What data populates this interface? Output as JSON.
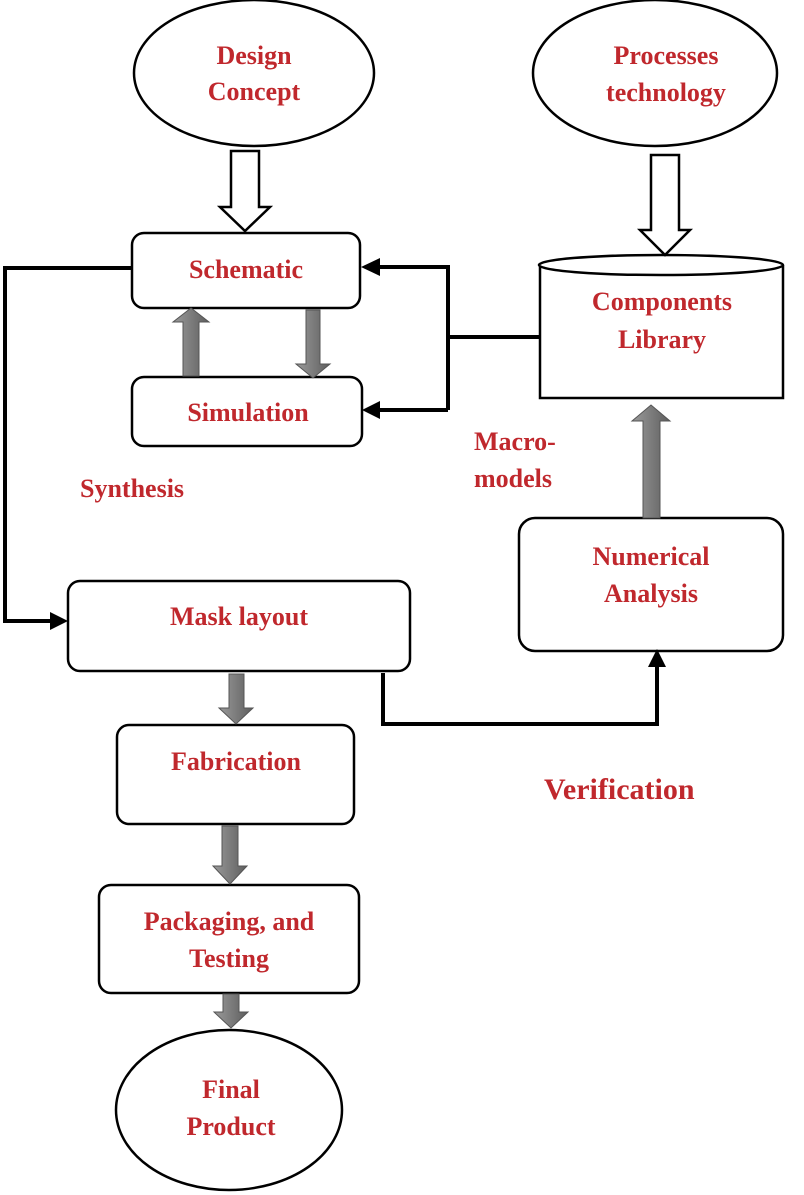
{
  "colors": {
    "label": "#c0282d",
    "grey_arrow_start": "#9a9a9a",
    "grey_arrow_end": "#5e5e5e"
  },
  "nodes": {
    "design_concept": [
      "Design",
      "Concept"
    ],
    "processes_technology": [
      "Processes",
      "technology"
    ],
    "schematic": [
      "Schematic"
    ],
    "simulation": [
      "Simulation"
    ],
    "components_library": [
      "Components",
      "Library"
    ],
    "numerical_analysis": [
      "Numerical",
      "Analysis"
    ],
    "mask_layout": [
      "Mask layout"
    ],
    "fabrication": [
      "Fabrication"
    ],
    "packaging_testing": [
      "Packaging, and",
      "Testing"
    ],
    "final_product": [
      "Final",
      "Product"
    ]
  },
  "annotations": {
    "synthesis": [
      "Synthesis"
    ],
    "macro_models": [
      "Macro-",
      "models"
    ],
    "verification": [
      "Verification"
    ]
  }
}
